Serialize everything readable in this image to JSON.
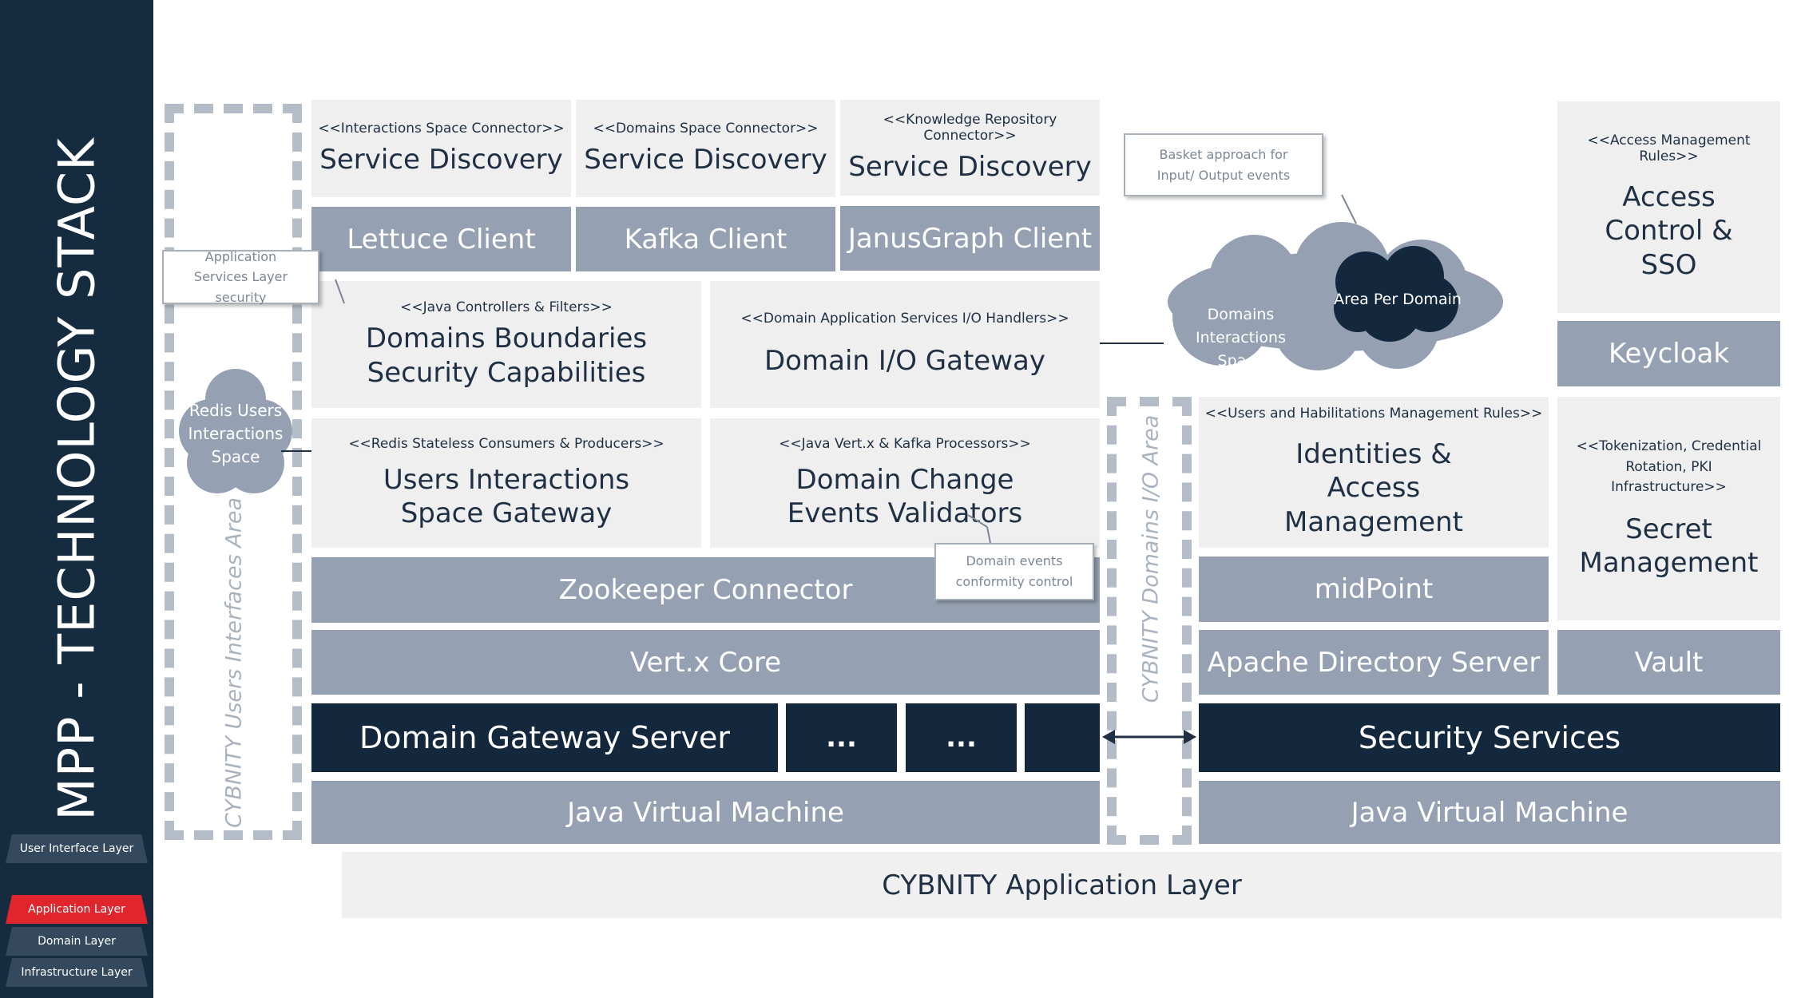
{
  "sidebar": {
    "title": "MPP - TECHNOLOGY STACK",
    "layers": [
      {
        "label": "User Interface Layer",
        "color": "#34495e"
      },
      {
        "label": "Application Layer",
        "color": "#e0262c"
      },
      {
        "label": "Domain Layer",
        "color": "#34495e"
      },
      {
        "label": "Infrastructure Layer",
        "color": "#34495e"
      }
    ]
  },
  "left_area": {
    "label": "CYBNITY Users Interfaces Area",
    "cloud": "Redis Users Interactions Space"
  },
  "io_area": {
    "label": "CYBNITY Domains I/O Area"
  },
  "connectors": [
    {
      "stereotype": "<<Interactions Space Connector>>",
      "title": "Service Discovery",
      "client": "Lettuce Client"
    },
    {
      "stereotype": "<<Domains Space Connector>>",
      "title": "Service Discovery",
      "client": "Kafka Client"
    },
    {
      "stereotype": "<<Knowledge Repository Connector>>",
      "title": "Service Discovery",
      "client": "JanusGraph Client"
    }
  ],
  "boundaries": {
    "stereotype": "<<Java Controllers & Filters>>",
    "title": "Domains Boundaries Security Capabilities"
  },
  "io_gateway": {
    "stereotype": "<<Domain Application Services I/O Handlers>>",
    "title": "Domain I/O Gateway"
  },
  "users_gateway": {
    "stereotype": "<<Redis Stateless Consumers & Producers>>",
    "title": "Users Interactions Space Gateway"
  },
  "validators": {
    "stereotype": "<<Java Vert.x & Kafka Processors>>",
    "title": "Domain Change Events Validators"
  },
  "zookeeper": "Zookeeper Connector",
  "vertx": "Vert.x Core",
  "gateway_server": "Domain Gateway Server",
  "ellipsis": [
    "...",
    "..."
  ],
  "jvm_left": "Java Virtual Machine",
  "jvm_right": "Java Virtual Machine",
  "app_layer": "CYBNITY Application Layer",
  "security_services": "Security Services",
  "domains_cloud": {
    "label": "Domains Interactions Space",
    "area": "Area Per Domain"
  },
  "notes": {
    "app_security": "Application Services Layer security",
    "basket": "Basket approach for Input/ Output events",
    "conformity": "Domain events conformity control"
  },
  "identities": {
    "stereotype": "<<Users and Habilitations Management Rules>>",
    "title": "Identities & Access Management"
  },
  "midpoint": "midPoint",
  "apache_ds": "Apache Directory Server",
  "access_control": {
    "stereotype": "<<Access Management Rules>>",
    "title": "Access Control & SSO"
  },
  "keycloak": "Keycloak",
  "secret": {
    "stereotype": "<<Tokenization, Credential Rotation, PKI Infrastructure>>",
    "title": "Secret Management"
  },
  "vault": "Vault"
}
